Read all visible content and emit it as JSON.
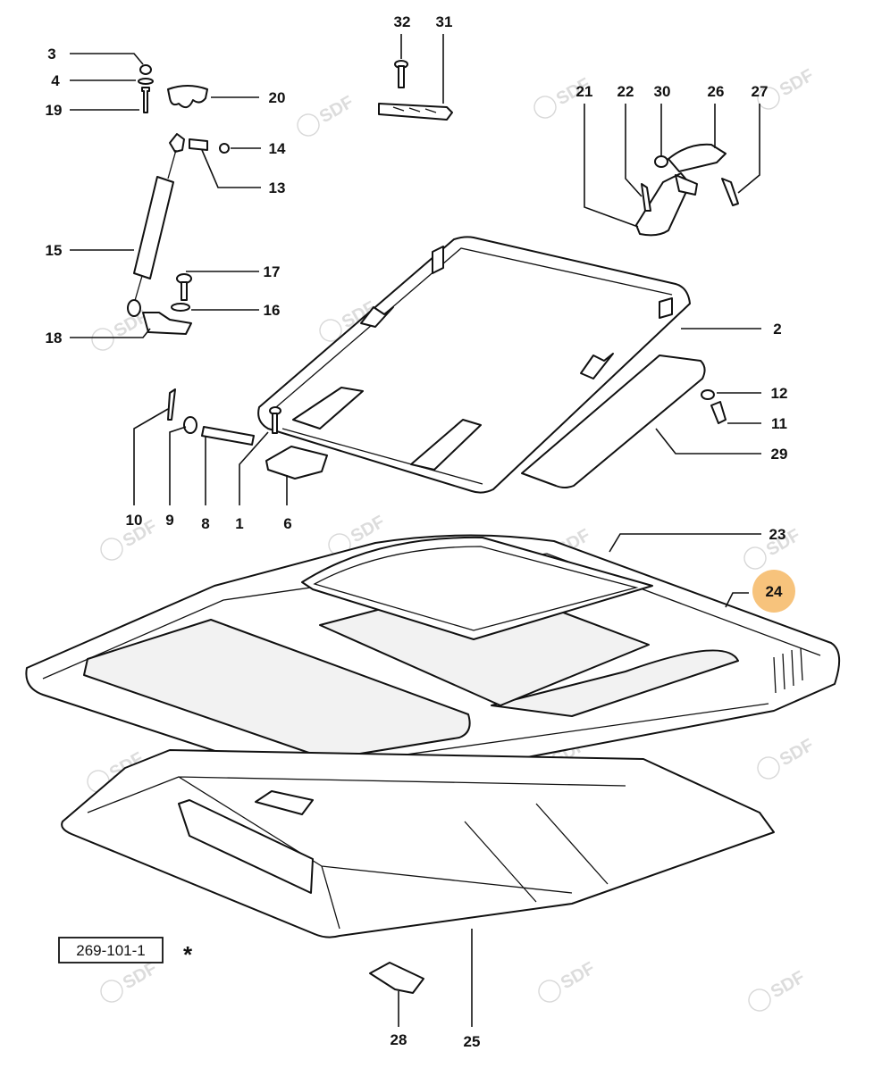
{
  "diagram": {
    "reference_code": "269-101-1",
    "asterisk": "*",
    "watermark_text": "SDF",
    "highlight_color": "#f7c37c",
    "line_color": "#111111",
    "highlighted_callout": "24",
    "callouts": [
      {
        "id": "c3",
        "label": "3"
      },
      {
        "id": "c4",
        "label": "4"
      },
      {
        "id": "c19",
        "label": "19"
      },
      {
        "id": "c20",
        "label": "20"
      },
      {
        "id": "c14",
        "label": "14"
      },
      {
        "id": "c13",
        "label": "13"
      },
      {
        "id": "c15",
        "label": "15"
      },
      {
        "id": "c17",
        "label": "17"
      },
      {
        "id": "c16",
        "label": "16"
      },
      {
        "id": "c18",
        "label": "18"
      },
      {
        "id": "c32",
        "label": "32"
      },
      {
        "id": "c31",
        "label": "31"
      },
      {
        "id": "c21",
        "label": "21"
      },
      {
        "id": "c22",
        "label": "22"
      },
      {
        "id": "c30",
        "label": "30"
      },
      {
        "id": "c26",
        "label": "26"
      },
      {
        "id": "c27",
        "label": "27"
      },
      {
        "id": "c2",
        "label": "2"
      },
      {
        "id": "c12",
        "label": "12"
      },
      {
        "id": "c11",
        "label": "11"
      },
      {
        "id": "c29",
        "label": "29"
      },
      {
        "id": "c10",
        "label": "10"
      },
      {
        "id": "c9",
        "label": "9"
      },
      {
        "id": "c8",
        "label": "8"
      },
      {
        "id": "c1",
        "label": "1"
      },
      {
        "id": "c6",
        "label": "6"
      },
      {
        "id": "c23",
        "label": "23"
      },
      {
        "id": "c24",
        "label": "24"
      },
      {
        "id": "c28",
        "label": "28"
      },
      {
        "id": "c25",
        "label": "25"
      }
    ]
  }
}
